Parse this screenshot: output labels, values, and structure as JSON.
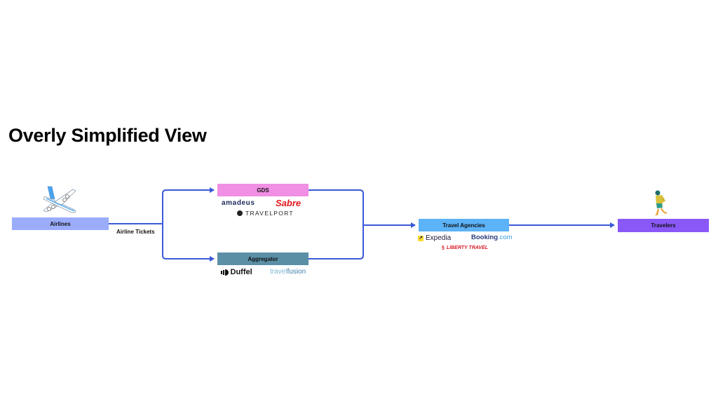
{
  "title": "Overly Simplified View",
  "nodes": {
    "airlines": {
      "label": "Airlines",
      "color": "#9bacfb",
      "icon": "airplane-icon"
    },
    "gds": {
      "label": "GDS",
      "color": "#f08fe3"
    },
    "aggregator": {
      "label": "Aggregator",
      "color": "#5a8fa6"
    },
    "travel_agencies": {
      "label": "Travel Agencies",
      "color": "#5cb3f7"
    },
    "travelers": {
      "label": "Travelers",
      "color": "#8a58f7",
      "icon": "traveler-walking-icon"
    }
  },
  "edge_label": "Airline Tickets",
  "edge_color": "#3a5ad8",
  "logos": {
    "gds": [
      {
        "name": "amadeus",
        "text": "amadeus"
      },
      {
        "name": "sabre",
        "text": "Sabre"
      },
      {
        "name": "travelport",
        "text": "TRAVELPORT"
      }
    ],
    "aggregator": [
      {
        "name": "duffel",
        "text": "Duffel"
      },
      {
        "name": "travelfusion",
        "text_a": "travel",
        "text_b": "fusion"
      }
    ],
    "travel_agencies": [
      {
        "name": "expedia",
        "text": "Expedia"
      },
      {
        "name": "booking",
        "text_a": "Booking",
        "text_b": ".com"
      },
      {
        "name": "liberty-travel",
        "text": "LIBERTY TRAVEL"
      }
    ]
  }
}
